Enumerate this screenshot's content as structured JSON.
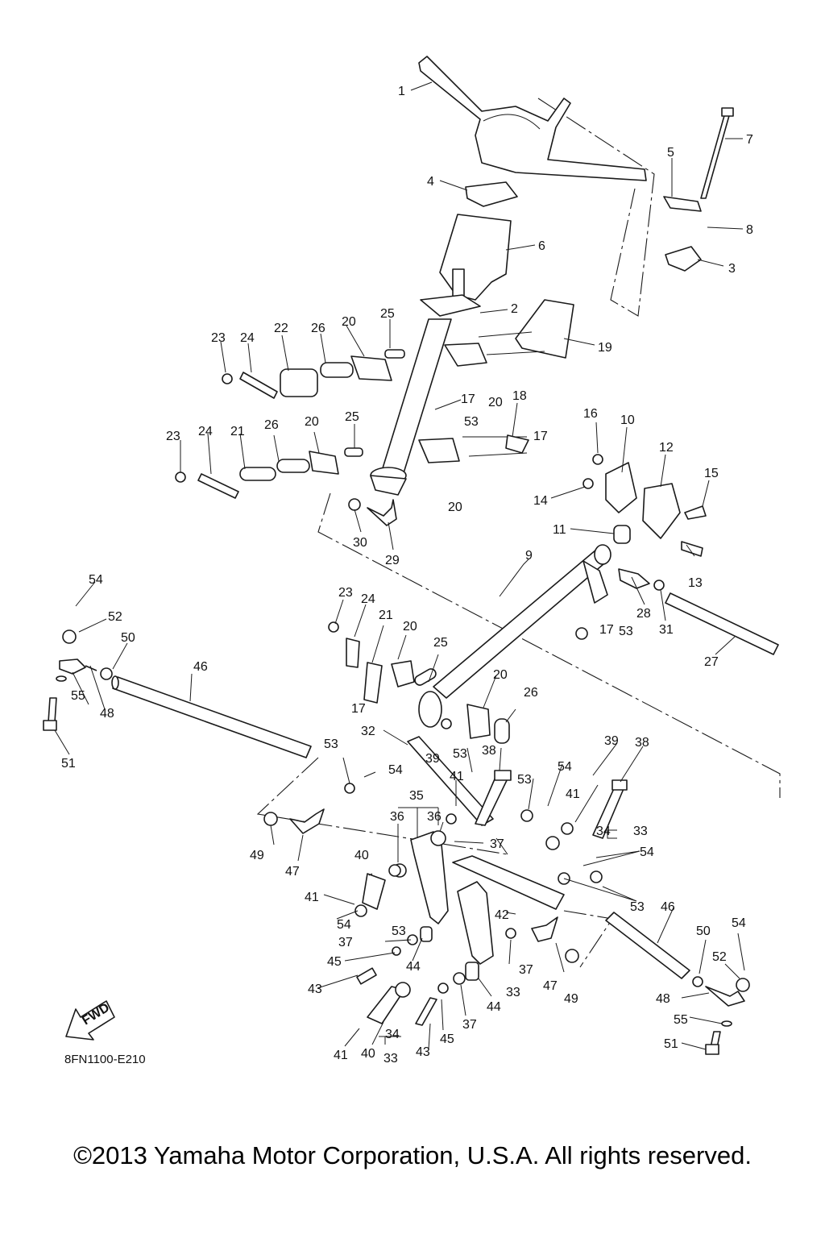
{
  "diagram": {
    "fwd_label": "FWD",
    "drawing_code": "8FN1100-E210",
    "callouts": [
      "1",
      "2",
      "3",
      "4",
      "5",
      "6",
      "7",
      "8",
      "9",
      "10",
      "11",
      "12",
      "13",
      "14",
      "15",
      "16",
      "17",
      "18",
      "19",
      "20",
      "21",
      "22",
      "23",
      "24",
      "25",
      "26",
      "27",
      "28",
      "29",
      "30",
      "31",
      "32",
      "33",
      "34",
      "35",
      "36",
      "37",
      "38",
      "39",
      "40",
      "41",
      "42",
      "43",
      "44",
      "45",
      "46",
      "47",
      "48",
      "49",
      "50",
      "51",
      "52",
      "53",
      "54",
      "55"
    ]
  },
  "footer": {
    "copyright": "©2013 Yamaha Motor Corporation, U.S.A. All rights reserved."
  }
}
